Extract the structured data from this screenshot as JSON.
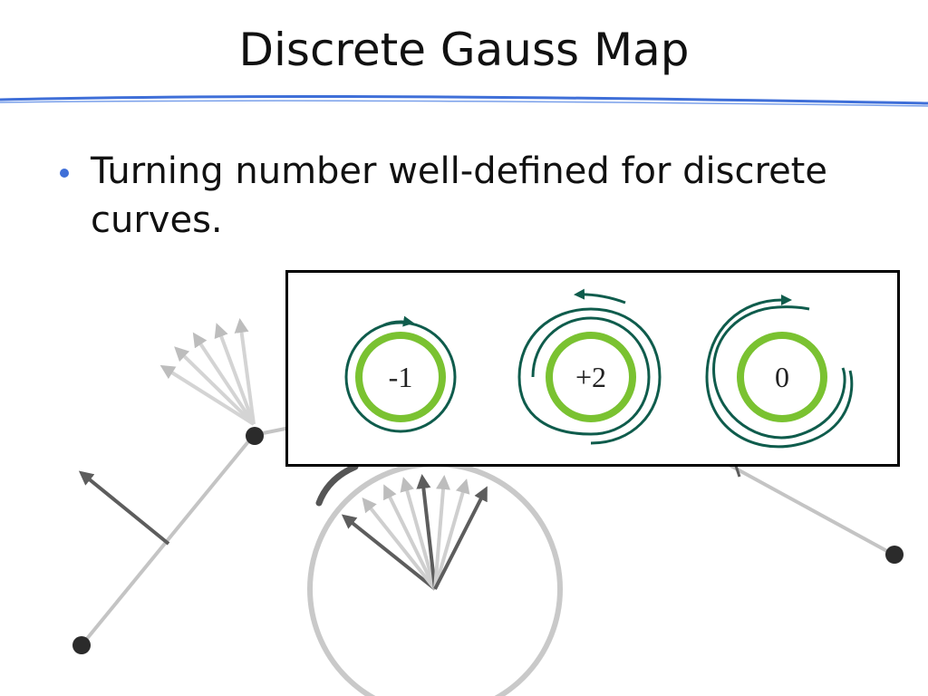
{
  "slide": {
    "title": "Discrete Gauss Map",
    "bullet": "Turning number well-defined for discrete curves."
  },
  "figure": {
    "winding_numbers": [
      "-1",
      "+2",
      "0"
    ]
  },
  "colors": {
    "accent_blue": "#3f6fd8",
    "spiral_green": "#0f5c4c",
    "circle_green": "#7ac231",
    "curve_gray": "#c4c4c4",
    "arrow_gray": "#5d5d5d",
    "point_dark": "#2b2b2b"
  }
}
